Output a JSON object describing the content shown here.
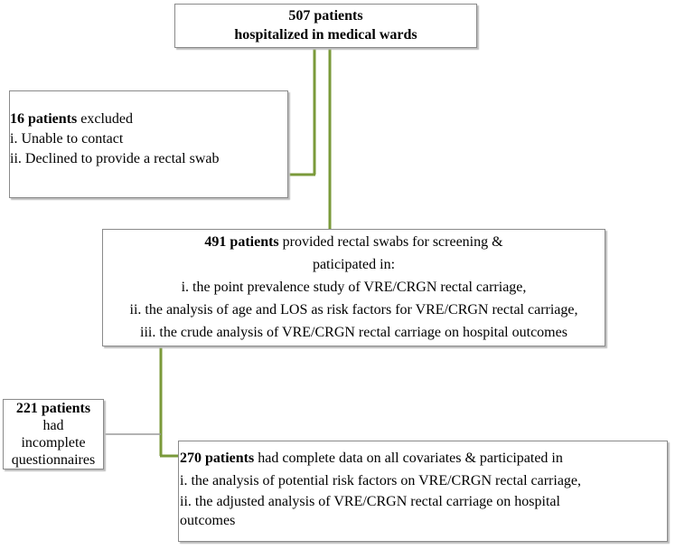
{
  "colors": {
    "connector": "#7a9a3a",
    "gray_connector": "#9a9a9a",
    "border": "#8a8a8a"
  },
  "box_top": {
    "count": "507 patients",
    "desc": "hospitalized in medical wards"
  },
  "box_excluded": {
    "count": "16 patients",
    "text": " excluded",
    "items": [
      "i. Unable to contact",
      "ii. Declined to provide a rectal swab"
    ]
  },
  "box_screened": {
    "count": "491 patients",
    "text": " provided rectal swabs for screening &",
    "line2": "paticipated in:",
    "items": [
      "i. the point prevalence study of VRE/CRGN rectal carriage,",
      "ii. the analysis of age and LOS as risk factors for VRE/CRGN rectal carriage,",
      "iii. the crude analysis of VRE/CRGN rectal carriage on hospital outcomes"
    ]
  },
  "box_incomplete": {
    "count": "221 patients",
    "lines": [
      "had",
      "incomplete",
      "questionnaires"
    ]
  },
  "box_complete": {
    "count": "270 patients",
    "text": " had complete data on all covariates & participated in",
    "items": [
      "i. the analysis of potential risk factors on VRE/CRGN rectal carriage,",
      "ii. the adjusted analysis of  VRE/CRGN rectal carriage on hospital",
      "outcomes"
    ]
  }
}
